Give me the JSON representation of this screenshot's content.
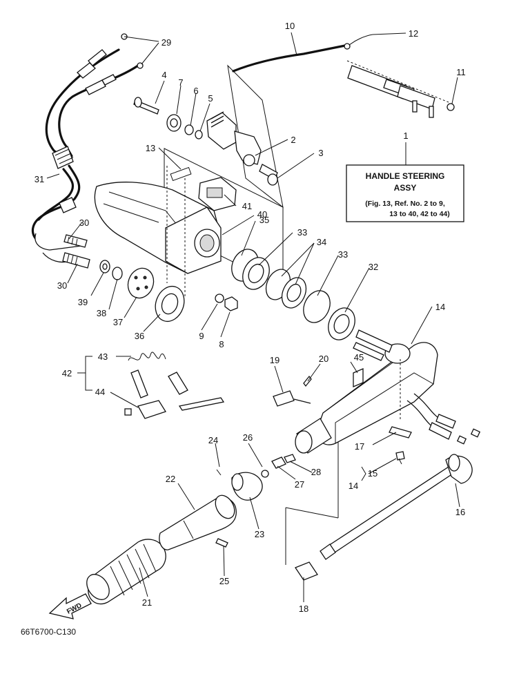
{
  "labels": {
    "p1": "1",
    "p2": "2",
    "p3": "3",
    "p4": "4",
    "p5": "5",
    "p6": "6",
    "p7": "7",
    "p8": "8",
    "p9": "9",
    "p10": "10",
    "p11": "11",
    "p12": "12",
    "p13": "13",
    "p14a": "14",
    "p14b": "14",
    "p15": "15",
    "p16": "16",
    "p17": "17",
    "p18": "18",
    "p19": "19",
    "p20": "20",
    "p21": "21",
    "p22": "22",
    "p23": "23",
    "p24": "24",
    "p25": "25",
    "p26": "26",
    "p27": "27",
    "p28": "28",
    "p29": "29",
    "p30a": "30",
    "p30b": "30",
    "p31": "31",
    "p32": "32",
    "p33a": "33",
    "p33b": "33",
    "p34": "34",
    "p35": "35",
    "p36": "36",
    "p37": "37",
    "p38": "38",
    "p39": "39",
    "p40": "40",
    "p41": "41",
    "p42": "42",
    "p43": "43",
    "p44": "44",
    "p45": "45"
  },
  "callout": {
    "line1": "HANDLE STEERING",
    "line2": "ASSY",
    "line3": "(Fig. 13, Ref. No. 2 to 9,",
    "line4": "13 to 40, 42 to 44)"
  },
  "fwd_arrow_text": "FWD",
  "figure_code": "66T6700-C130"
}
